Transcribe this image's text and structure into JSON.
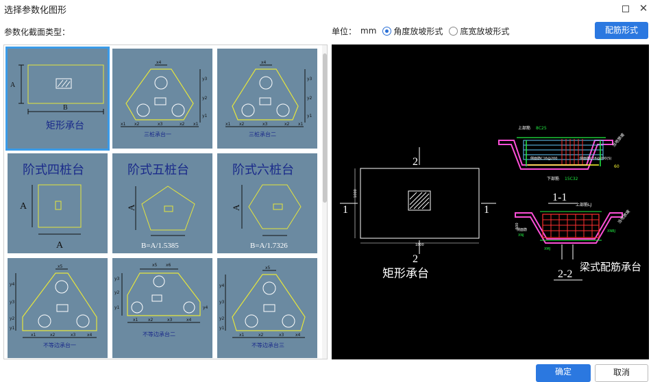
{
  "window": {
    "title": "选择参数化图形"
  },
  "section_label": "参数化截面类型：",
  "units": {
    "label": "单位：",
    "value": "mm"
  },
  "radios": [
    {
      "label": "角度放坡形式",
      "checked": true
    },
    {
      "label": "底宽放坡形式",
      "checked": false
    }
  ],
  "rebar_button": "配筋形式",
  "shapes": [
    {
      "caption": "矩形承台",
      "dims": [
        "A",
        "B"
      ]
    },
    {
      "caption": "三桩承台一",
      "dims": [
        "x4",
        "y3",
        "y2",
        "y1",
        "x1",
        "x2",
        "x3",
        "x2",
        "x1"
      ]
    },
    {
      "caption": "三桩承台二",
      "dims": [
        "x4",
        "y3",
        "y2",
        "y1",
        "x1",
        "x2",
        "x3",
        "x2",
        "x1"
      ]
    },
    {
      "caption": "阶式四桩台",
      "dims": [
        "A",
        "A"
      ]
    },
    {
      "caption": "阶式五桩台",
      "dims": [
        "A",
        "B=A/1.5385"
      ]
    },
    {
      "caption": "阶式六桩台",
      "dims": [
        "A",
        "B=A/1.7326"
      ]
    },
    {
      "caption": "不等边承台一",
      "dims": [
        "x5",
        "y4",
        "y3",
        "y2",
        "y1",
        "x1",
        "x2",
        "x3",
        "x4"
      ]
    },
    {
      "caption": "不等边承台二",
      "dims": [
        "x5",
        "x6",
        "y3",
        "y2",
        "y1",
        "y4",
        "x1",
        "x2",
        "x3",
        "x4"
      ]
    },
    {
      "caption": "不等边承台三",
      "dims": [
        "x5",
        "y4",
        "y3",
        "y2",
        "y1",
        "x1",
        "x2",
        "x3",
        "x4"
      ]
    }
  ],
  "preview": {
    "section_marks": [
      "2",
      "1",
      "1",
      "2"
    ],
    "width_dim": "1800",
    "height_dim": "1000",
    "caption": "矩形承台",
    "section_1_1": {
      "label": "1-1",
      "top_rebar": "上部筋",
      "top_rebar_spec": "8C25",
      "side_left": "侧面筋C16@200",
      "side_right": "侧面筋C16@200(S)",
      "bottom_rebar": "下部筋",
      "bottom_rebar_spec": "15C32",
      "slope": "当地放坡",
      "value_60": "60"
    },
    "section_2_2": {
      "label": "2-2",
      "top": "上部筋LJ",
      "left": "侧面筋",
      "left2": "XNJ",
      "right": "XNBJ",
      "bottom": "XMJ",
      "height": "500",
      "slope": "当地放坡"
    },
    "beam_caption": "梁式配筋承台"
  },
  "buttons": {
    "ok": "确定",
    "cancel": "取消"
  },
  "colors": {
    "accent": "#2b78e0",
    "cell_bg": "#6b8aa1",
    "shape": "#e6e63c",
    "caption": "#1a2a8a"
  }
}
